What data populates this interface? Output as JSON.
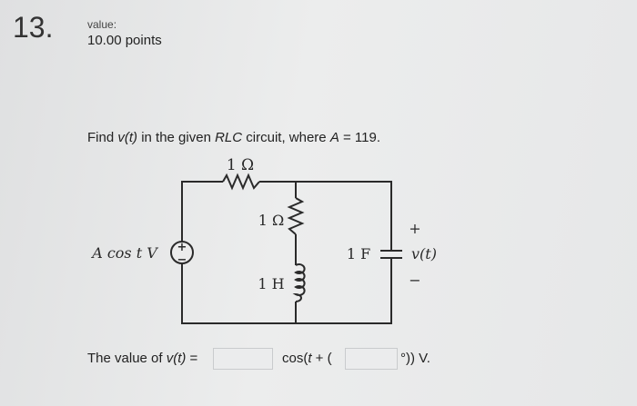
{
  "question": {
    "number": "13.",
    "value_label": "value:",
    "points": "10.00 points"
  },
  "prompt": {
    "part1": "Find ",
    "vt": "v(t)",
    "part2": " in the given ",
    "rlc": "RLC",
    "part3": " circuit, where ",
    "A": "A",
    "part4": " = 119."
  },
  "circuit": {
    "top_resistor": "1 Ω",
    "mid_resistor": "1 Ω",
    "inductor": "1 H",
    "capacitor": "1 F",
    "source_label": "A cos t V",
    "source_plus": "+",
    "source_minus": "−",
    "output_plus": "+",
    "output_label": "v(t)",
    "output_minus": "−"
  },
  "answer": {
    "prefix": "The value of ",
    "vt": "v(t)",
    "equals": " =",
    "cos_prefix": "cos(",
    "t": "t",
    "plus_paren": " + (",
    "suffix": "°)) V.",
    "magnitude_value": "",
    "phase_value": ""
  }
}
